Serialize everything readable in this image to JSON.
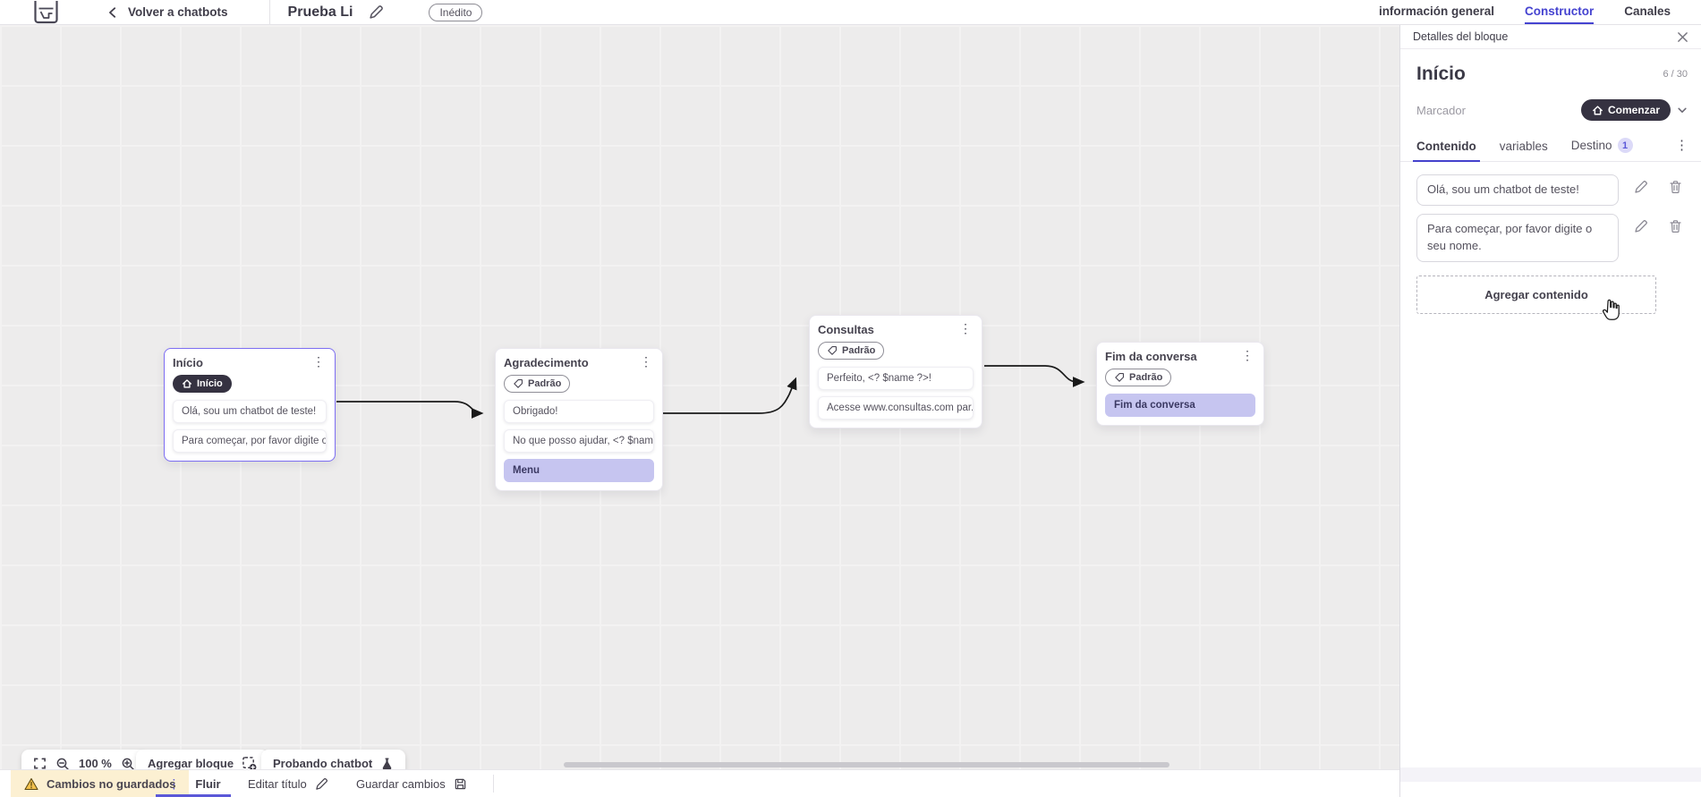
{
  "header": {
    "back_label": "Volver a chatbots",
    "title": "Prueba Li",
    "status_badge": "Inédito",
    "tabs": [
      {
        "label": "información general",
        "active": false
      },
      {
        "label": "Constructor",
        "active": true
      },
      {
        "label": "Canales",
        "active": false
      }
    ]
  },
  "panel": {
    "header_title": "Detalles del bloque",
    "block_name": "Início",
    "counter": "6 / 30",
    "marker_label": "Marcador",
    "marker_button": "Comenzar",
    "tabs": [
      {
        "label": "Contenido",
        "active": true
      },
      {
        "label": "variables",
        "active": false
      },
      {
        "label": "Destino",
        "badge": "1",
        "active": false
      }
    ],
    "contents": [
      "Olá, sou um chatbot de teste!",
      "Para começar, por favor digite o seu nome."
    ],
    "add_content_label": "Agregar contenido"
  },
  "canvas": {
    "zoom_level": "100 %",
    "add_block_label": "Agregar bloque",
    "test_chatbot_label": "Probando chatbot",
    "blocks": [
      {
        "title": "Início",
        "pill": "Início",
        "cards": [
          {
            "text": "Olá, sou um chatbot de teste!"
          },
          {
            "text": "Para começar, por favor digite o ..."
          }
        ]
      },
      {
        "title": "Agradecimento",
        "pill": "Padrão",
        "cards": [
          {
            "text": "Obrigado!"
          },
          {
            "text": "No que posso ajudar, <? $name ..."
          },
          {
            "text": "Menu"
          }
        ]
      },
      {
        "title": "Consultas",
        "pill": "Padrão",
        "cards": [
          {
            "text": "Perfeito, <? $name ?>!"
          },
          {
            "text": "Acesse www.consultas.com par..."
          }
        ]
      },
      {
        "title": "Fim da conversa",
        "pill": "Padrão",
        "cards": [
          {
            "text": "Fim da conversa"
          }
        ]
      }
    ]
  },
  "footer": {
    "unsaved_label": "Cambios no guardados",
    "flow_tab_label": "Fluir",
    "edit_title_label": "Editar título",
    "save_label": "Guardar cambios"
  },
  "colors": {
    "accent_purple": "#4543d0",
    "tab_underline": "#5b58d8",
    "dark_pill": "#353241",
    "selected_block_border": "#7d6ef2",
    "lavender_card": "#c6c5f0",
    "warning_bg": "#fcf0d2",
    "canvas_bg": "#edecec",
    "connector": "#1a1a1a",
    "destino_badge_bg": "#dcdaf8"
  },
  "icons": {
    "app-logo-icon": "square-mark",
    "chevron-left-icon": "‹",
    "edit-pencil-icon": "✎",
    "close-icon": "✕",
    "home-icon": "⌂",
    "chevron-down-icon": "▾",
    "kebab-icon": "⋮",
    "tag-icon": "label-tag",
    "trash-icon": "🗑",
    "fit-screen-icon": "⛶",
    "zoom-out-icon": "magnifier-minus",
    "zoom-in-icon": "magnifier-plus",
    "add-block-icon": "dashed-square-plus",
    "flask-icon": "⚗",
    "warning-icon": "⚠",
    "save-icon": "floppy",
    "pointer-cursor-icon": "hand"
  }
}
